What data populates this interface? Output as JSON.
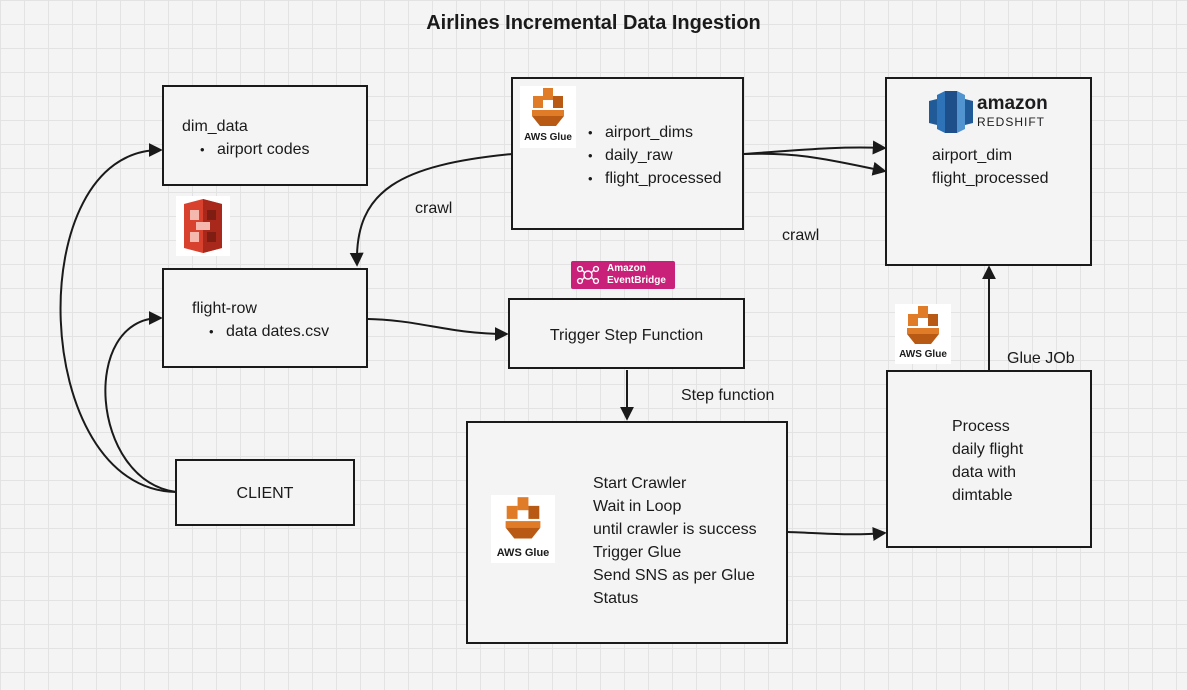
{
  "title": "Airlines Incremental Data Ingestion",
  "dim_box": {
    "heading": "dim_data",
    "items": [
      "airport codes"
    ]
  },
  "flight_box": {
    "heading": "flight-row",
    "items": [
      "data dates.csv"
    ]
  },
  "client_box": {
    "label": "CLIENT"
  },
  "glue_catalog_box": {
    "logo_caption": "AWS Glue",
    "items": [
      "airport_dims",
      "daily_raw",
      "flight_processed"
    ]
  },
  "redshift_box": {
    "logo_word": "amazon",
    "logo_sub": "REDSHIFT",
    "lines": [
      "airport_dim",
      "flight_processed"
    ]
  },
  "eventbridge": {
    "line1": "Amazon",
    "line2": "EventBridge"
  },
  "trigger_box": {
    "label": "Trigger Step Function"
  },
  "step_box": {
    "logo_caption": "AWS Glue",
    "lines": [
      "Start Crawler",
      "Wait in Loop",
      "until crawler is success",
      "Trigger Glue",
      "Send SNS as per Glue",
      "Status"
    ]
  },
  "process_box": {
    "logo_caption": "AWS Glue",
    "lines": [
      "Process",
      "daily flight",
      "data with",
      "dimtable"
    ]
  },
  "labels": {
    "crawl_left": "crawl",
    "crawl_right": "crawl",
    "step_function": "Step function",
    "glue_job": "Glue JOb"
  },
  "colors": {
    "glue_orange": "#e07b27",
    "glue_orange_dark": "#b85a14",
    "s3_red": "#d9412f",
    "eventbridge_pink": "#c9207a",
    "redshift_blue": "#2e73b8"
  },
  "icons": [
    "s3-bucket-icon",
    "aws-glue-icon",
    "amazon-eventbridge-icon",
    "amazon-redshift-icon"
  ]
}
